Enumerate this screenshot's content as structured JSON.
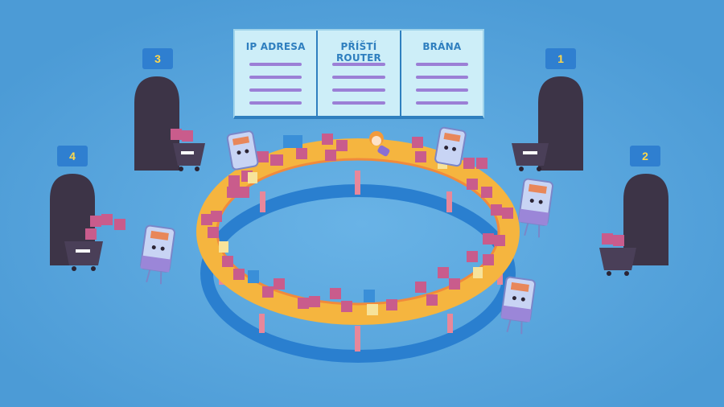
{
  "routing_table": {
    "columns": [
      {
        "label": "IP ADRESA"
      },
      {
        "label": "PŘÍŠTÍ ROUTER"
      },
      {
        "label": "BRÁNA"
      }
    ]
  },
  "doors": [
    {
      "number": "1"
    },
    {
      "number": "2"
    },
    {
      "number": "3"
    },
    {
      "number": "4"
    }
  ],
  "colors": {
    "background": "#4f9fd8",
    "ring_track": "#f5b53f",
    "ring_shadow": "#2a7fcf",
    "door": "#3d3447",
    "badge": "#2f7fd0",
    "badge_text": "#ffd84a",
    "packet": "#c95c8c",
    "router": "#b9c8f0",
    "table": "#cdeef8"
  }
}
